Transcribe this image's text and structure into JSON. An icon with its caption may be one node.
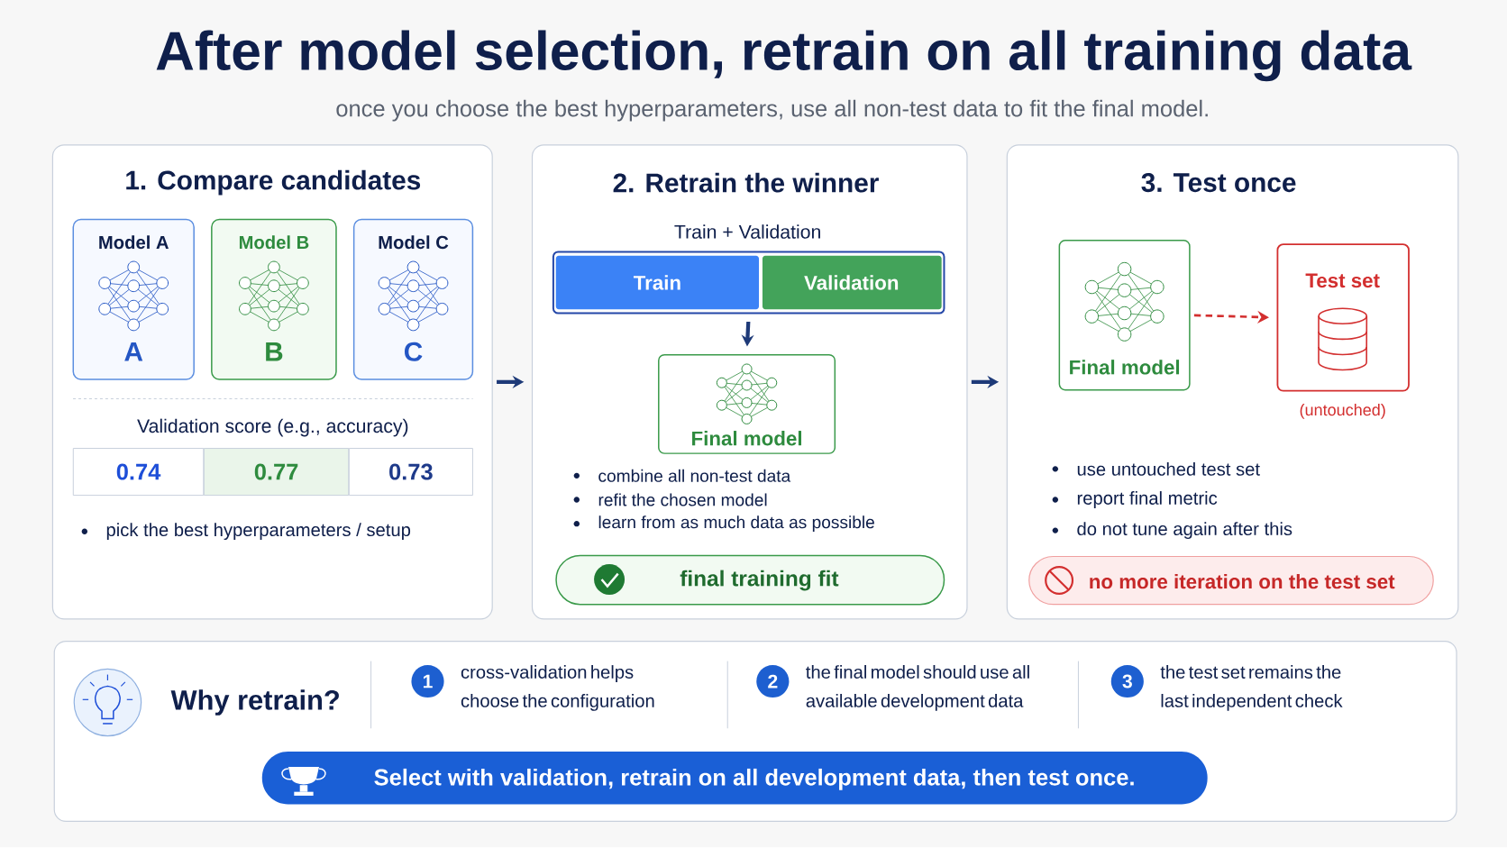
{
  "diagram": {
    "title": "After model selection, retrain on all training data",
    "nodes": [
      {
        "text": [
          "1. Compare candidates"
        ]
      },
      {
        "text": [
          "Model A",
          "A"
        ],
        "in": 0
      },
      {
        "text": [
          "Model B",
          "B"
        ],
        "in": 0
      },
      {
        "text": [
          "Model C",
          "C"
        ],
        "in": 0
      },
      {
        "text": [
          "2. Retrain the winner"
        ]
      },
      {
        "text": [
          "Train + Validation"
        ],
        "in": 4
      },
      {
        "text": [
          "Train"
        ],
        "in": 5
      },
      {
        "text": [
          "Validation"
        ],
        "in": 5
      },
      {
        "text": [
          "Final model"
        ],
        "in": 4
      },
      {
        "text": [
          "final training fit"
        ],
        "in": 4
      },
      {
        "text": [
          "3. Test once"
        ]
      },
      {
        "text": [
          "Final model"
        ],
        "in": 10
      },
      {
        "text": [
          "Test set"
        ],
        "in": 10,
        "beside": [
          "(untouched)"
        ]
      },
      {
        "text": [
          "no more iteration on the test set"
        ],
        "in": 10
      },
      {
        "text": [
          "Why retrain?"
        ]
      },
      {
        "text": [
          "1"
        ],
        "in": 14,
        "beside": [
          "cross-validation helps choose the configuration"
        ]
      },
      {
        "text": [
          "2"
        ],
        "in": 14,
        "beside": [
          "the final model should use all available development data"
        ]
      },
      {
        "text": [
          "3"
        ],
        "in": 14,
        "beside": [
          "the test set remains the last independent check"
        ]
      },
      {
        "text": [
          "Select with validation, retrain on all development data, then test once."
        ],
        "in": 14
      }
    ],
    "edges": [
      {
        "from": 0,
        "to": 4,
        "arrow": "to"
      },
      {
        "from": 5,
        "to": 8,
        "arrow": "to"
      },
      {
        "from": 4,
        "to": 10,
        "arrow": "to"
      },
      {
        "from": 11,
        "to": 12,
        "arrow": "to",
        "style": "dashed",
        "color": "#d32f2f"
      }
    ],
    "labels": [
      "once you choose the best hyperparameters, use all non-test data to fit the final model.",
      "Validation score (e.g., accuracy)",
      "0.74",
      "0.77",
      "0.73",
      "pick the best hyperparameters / setup",
      "combine all non-test data",
      "refit the chosen model",
      "learn from as much data as possible",
      "use untouched test set",
      "report final metric",
      "do not tune again after this"
    ]
  }
}
